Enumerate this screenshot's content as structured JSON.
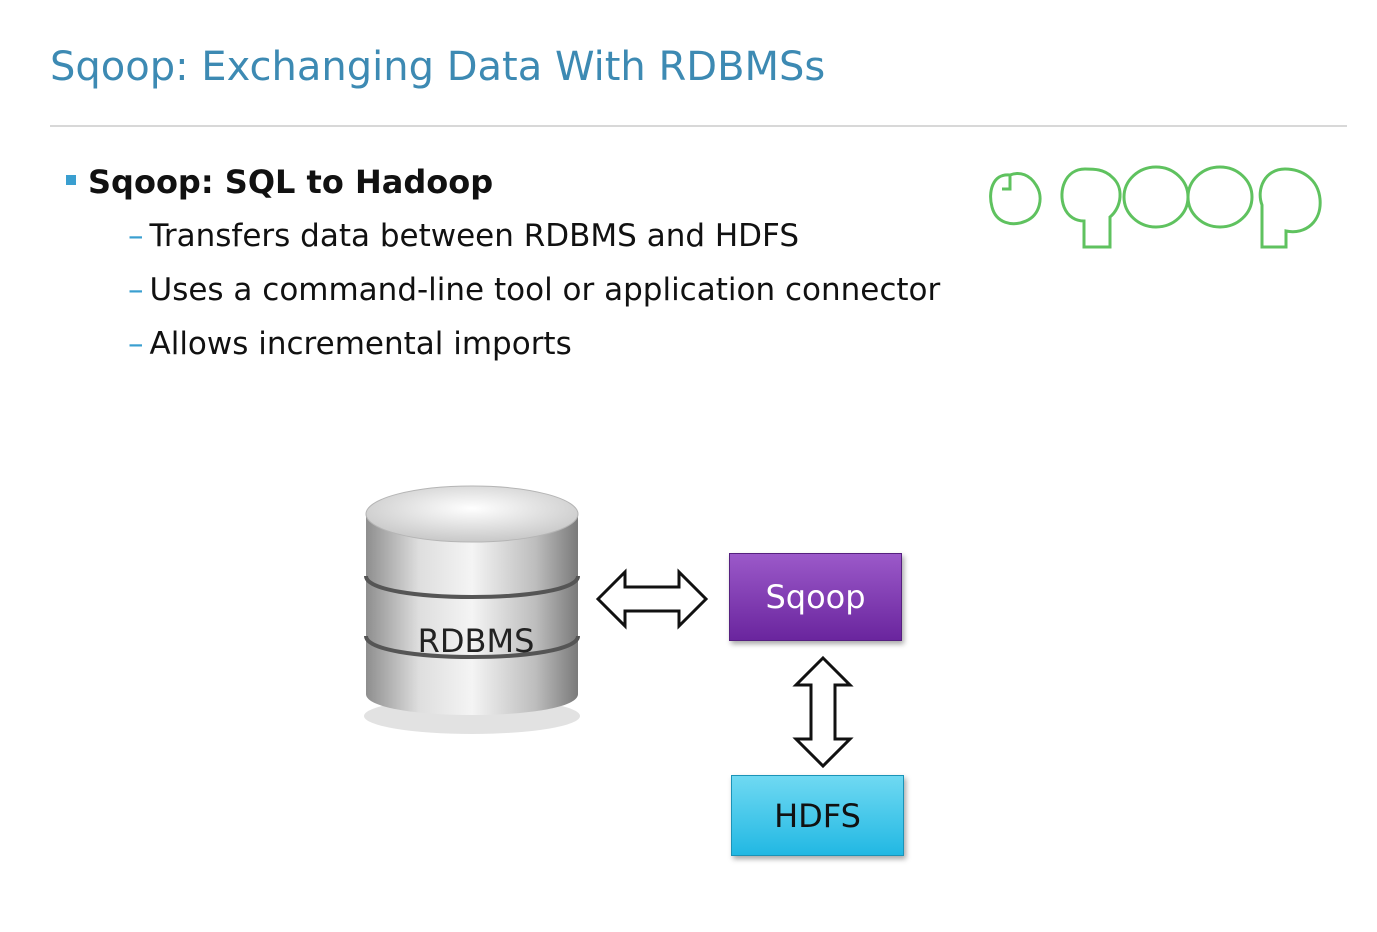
{
  "slide": {
    "title": "Sqoop: Exchanging Data With RDBMSs",
    "bullet": "Sqoop: SQL to Hadoop",
    "sub_items": [
      "Transfers data between RDBMS and HDFS",
      "Uses a command-line tool or application connector",
      "Allows incremental imports"
    ],
    "logo_text": "sqoop"
  },
  "diagram": {
    "database_label": "RDBMS",
    "sqoop_label": "Sqoop",
    "hdfs_label": "HDFS",
    "colors": {
      "title": "#3d8ab3",
      "bullet": "#3a9fd0",
      "sqoop_box": "#7b35b0",
      "hdfs_box": "#3fc6ec",
      "logo": "#5fc25f"
    }
  }
}
